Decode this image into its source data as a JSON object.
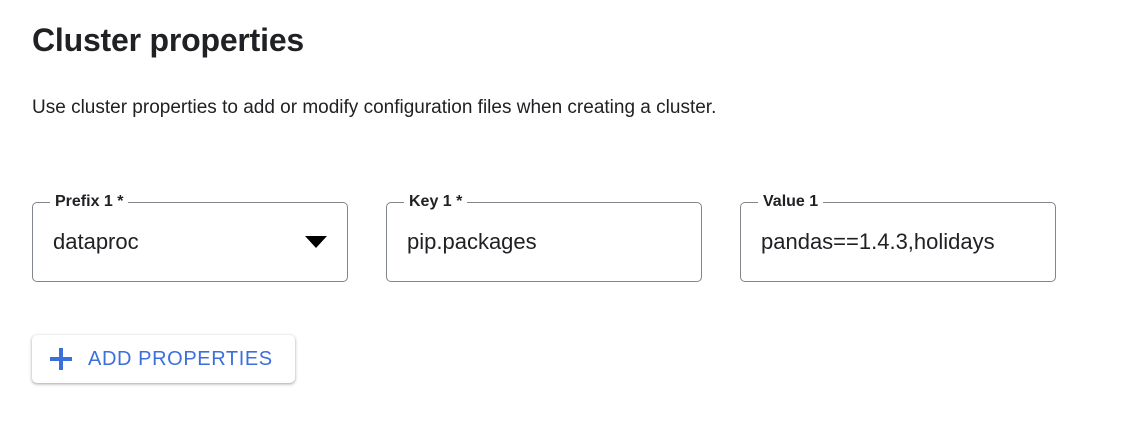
{
  "header": {
    "title": "Cluster properties",
    "description": "Use cluster properties to add or modify configuration files when creating a cluster."
  },
  "properties_row": {
    "fields": [
      {
        "label": "Prefix 1 *",
        "value": "dataproc",
        "type": "select",
        "icon": "chevron-down-icon",
        "required": true
      },
      {
        "label": "Key 1 *",
        "value": "pip.packages",
        "type": "text",
        "required": true
      },
      {
        "label": "Value 1",
        "value": "pandas==1.4.3,holidays",
        "type": "text",
        "required": false
      }
    ]
  },
  "actions": {
    "add_properties_label": "ADD PROPERTIES",
    "add_properties_icon": "plus-icon"
  },
  "colors": {
    "accent_blue": "#3b6fdb",
    "text_primary": "#202124",
    "field_border": "#80868b",
    "background": "#ffffff"
  }
}
